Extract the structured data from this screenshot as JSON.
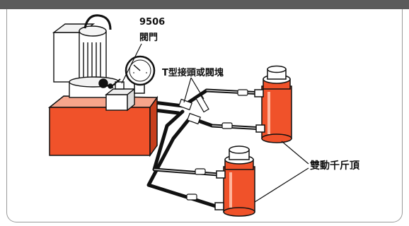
{
  "labels": {
    "valve_number": "9506",
    "valve": "閥門",
    "tee_or_manifold": "T型接頭或閥塊",
    "cylinders": "雙動千斤頂"
  },
  "colors": {
    "top_bar": "#5b5b5b",
    "panel_border": "#9a9a9a",
    "cylinder_orange": "#f0522a",
    "reservoir_orange": "#f0522a",
    "hose": "#111111",
    "outline": "#111111"
  },
  "icons": [
    "electric-pump-icon",
    "pressure-gauge-icon",
    "valve-icon",
    "tee-fitting-icon",
    "coupler-icon",
    "cylinder-icon"
  ]
}
